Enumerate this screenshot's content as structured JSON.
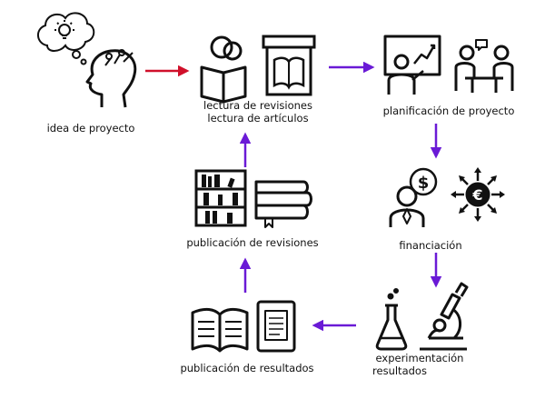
{
  "stages": {
    "idea": {
      "label": "idea de proyecto",
      "icons": [
        "head-lightbulb-icon",
        "thought-cloud-icon"
      ]
    },
    "lectura": {
      "line1": "lectura de revisiones",
      "line2": "lectura de artículos",
      "icons": [
        "person-reading-icon",
        "open-book-frame-icon"
      ]
    },
    "planificacion": {
      "label": "planificación de proyecto",
      "icons": [
        "presenter-chart-icon",
        "meeting-table-icon"
      ]
    },
    "financiacion": {
      "label": "financiación",
      "icons": [
        "investor-dollar-icon",
        "euro-coin-arrows-icon"
      ]
    },
    "experimentacion": {
      "line1": "experimentación",
      "line2": "resultados",
      "icons": [
        "flask-icon",
        "microscope-icon"
      ]
    },
    "pub_resultados": {
      "label": "publicación de resultados",
      "icons": [
        "open-book-icon",
        "tablet-document-icon"
      ]
    },
    "pub_revisiones": {
      "label": "publicación de revisiones",
      "icons": [
        "bookshelf-icon",
        "book-stack-icon"
      ]
    }
  },
  "colors": {
    "first_arrow": "#d0102b",
    "flow_arrow": "#6a1ad6",
    "ink": "#111111"
  }
}
